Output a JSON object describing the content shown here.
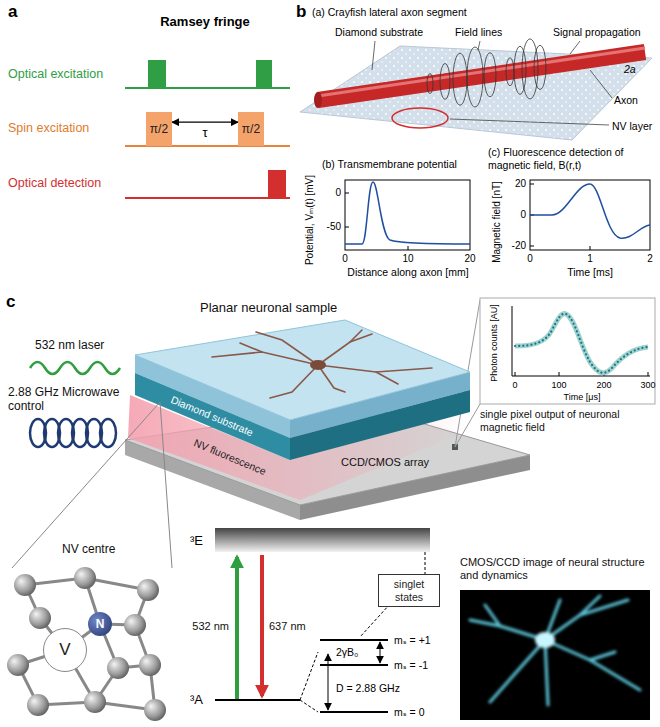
{
  "diagram": {
    "nodes": [
      {
        "text": [
          "π/2"
        ]
      },
      {
        "text": [
          "π/2"
        ]
      },
      {
        "text": [
          "V"
        ]
      },
      {
        "text": [
          "N"
        ]
      },
      {
        "text": [
          "singlet states"
        ]
      }
    ],
    "edges": [
      {
        "from": 0,
        "to": 1,
        "arrow": "both",
        "label": "τ"
      }
    ],
    "labels": [
      "a",
      "Ramsey fringe",
      "Optical excitation",
      "Spin excitation",
      "Optical detection",
      "b",
      "(a) Crayfish lateral axon segment",
      "Diamond substrate",
      "Field lines",
      "Signal propagation",
      "2a",
      "Axon",
      "NV layer",
      "(b) Transmembrane potential",
      "Potential, Vₘ(t) [mV]",
      "0",
      "-50",
      "0",
      "10",
      "20",
      "Distance along axon [mm]",
      "(c) Fluorescence detection of magnetic field, B(r,t)",
      "Magnetic field [nT]",
      "20",
      "0",
      "-20",
      "0",
      "1",
      "2",
      "Time [ms]",
      "c",
      "532 nm laser",
      "2.88 GHz Microwave control",
      "Planar neuronal sample",
      "Diamond substrate",
      "NV fluorescence",
      "CCD/CMOS array",
      "Photon counts [AU]",
      "0",
      "100",
      "200",
      "300",
      "Time [μs]",
      "single pixel output of neuronal magnetic field",
      "CMOS/CCD image of neural structure and dynamics",
      "NV centre",
      "³E",
      "532 nm",
      "637 nm",
      "³A",
      "2γB₀",
      "mₛ = +1",
      "mₛ = -1",
      "mₛ = 0",
      "D = 2.88 GHz"
    ]
  }
}
